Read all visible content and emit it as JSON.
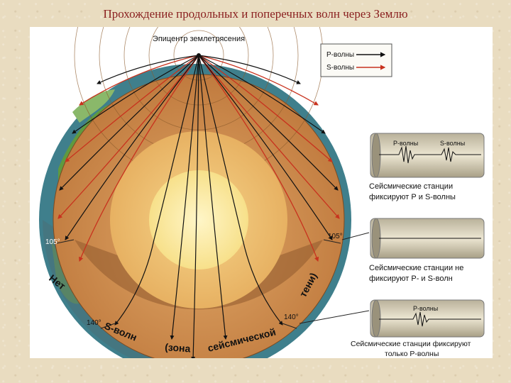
{
  "title": "Прохождение продольных и поперечных волн через Землю",
  "diagram": {
    "epicenter_label": "Эпицентр землетрясения",
    "legend": {
      "p_waves": "Р-волны",
      "s_waves": "S-волны",
      "p_color": "#111111",
      "s_color": "#c8321e"
    },
    "angle_105_left": "105°",
    "angle_105_right": "105°",
    "angle_140_left": "140°",
    "angle_140_right": "140°",
    "shadow_zone": {
      "word1": "Нет",
      "word2": "S-волн",
      "word3": "(зона",
      "word4": "сейсмической",
      "word5": "тени)"
    },
    "stations": [
      {
        "p_label": "Р-волны",
        "s_label": "S-волны",
        "caption_line1": "Сейсмические станции",
        "caption_line2": "фиксируют Р и S-волны"
      },
      {
        "caption_line1": "Сейсмические станции не",
        "caption_line2": "фиксируют Р- и S-волн"
      },
      {
        "p_label": "Р-волны",
        "caption_line1": "Сейсмические станции фиксируют",
        "caption_line2": "только Р-волны"
      }
    ]
  }
}
